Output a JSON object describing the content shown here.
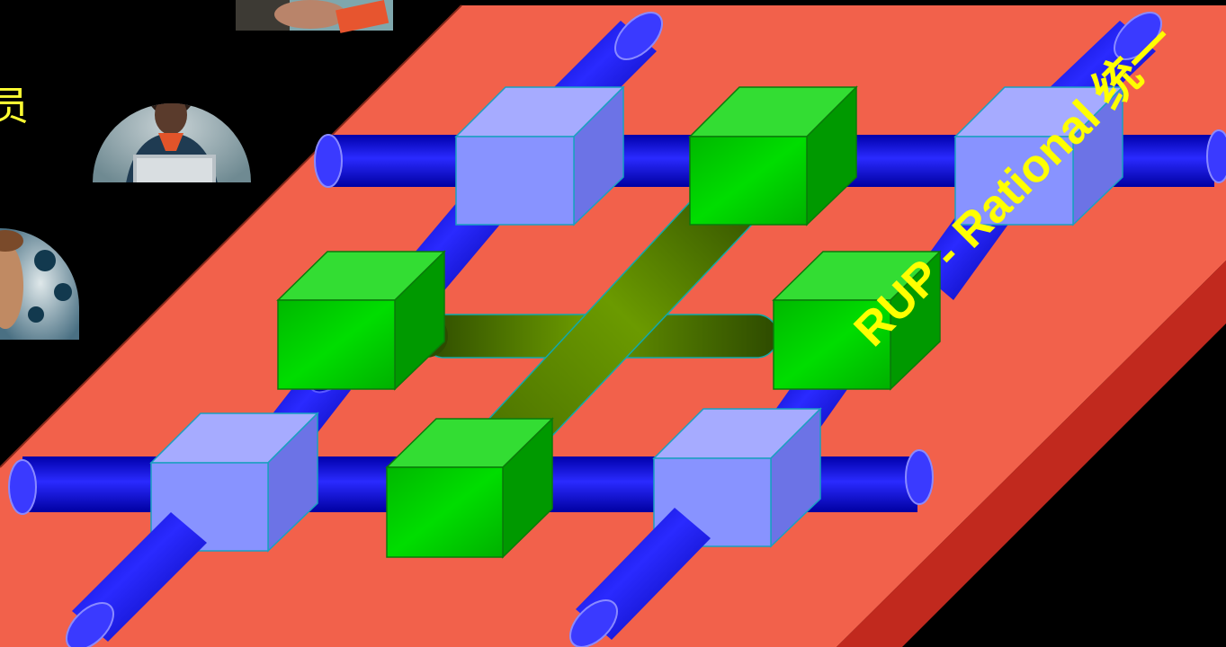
{
  "banner": {
    "text": "RUP - Rational 统一"
  },
  "side_text": "员",
  "colors": {
    "background": "#000000",
    "platform_top": "#f2614b",
    "platform_side": "#c1291e",
    "pipe": "#0a14d8",
    "pipe_cap": "#3a3aff",
    "node_blue_front": "#8893ff",
    "node_blue_top": "#a6abff",
    "node_blue_side": "#6c73e6",
    "node_green_front": "#00cc00",
    "node_green_top": "#33dd33",
    "node_green_side": "#009900",
    "connector_olive": "#5e8f00",
    "banner_text": "#ffff00"
  },
  "people_photos": [
    {
      "name": "person-with-notebook-photo"
    },
    {
      "name": "person-with-laptop-photo"
    },
    {
      "name": "person-portrait-photo"
    }
  ],
  "diagram": {
    "description_nodes_blue": 4,
    "description_nodes_green": 4
  }
}
